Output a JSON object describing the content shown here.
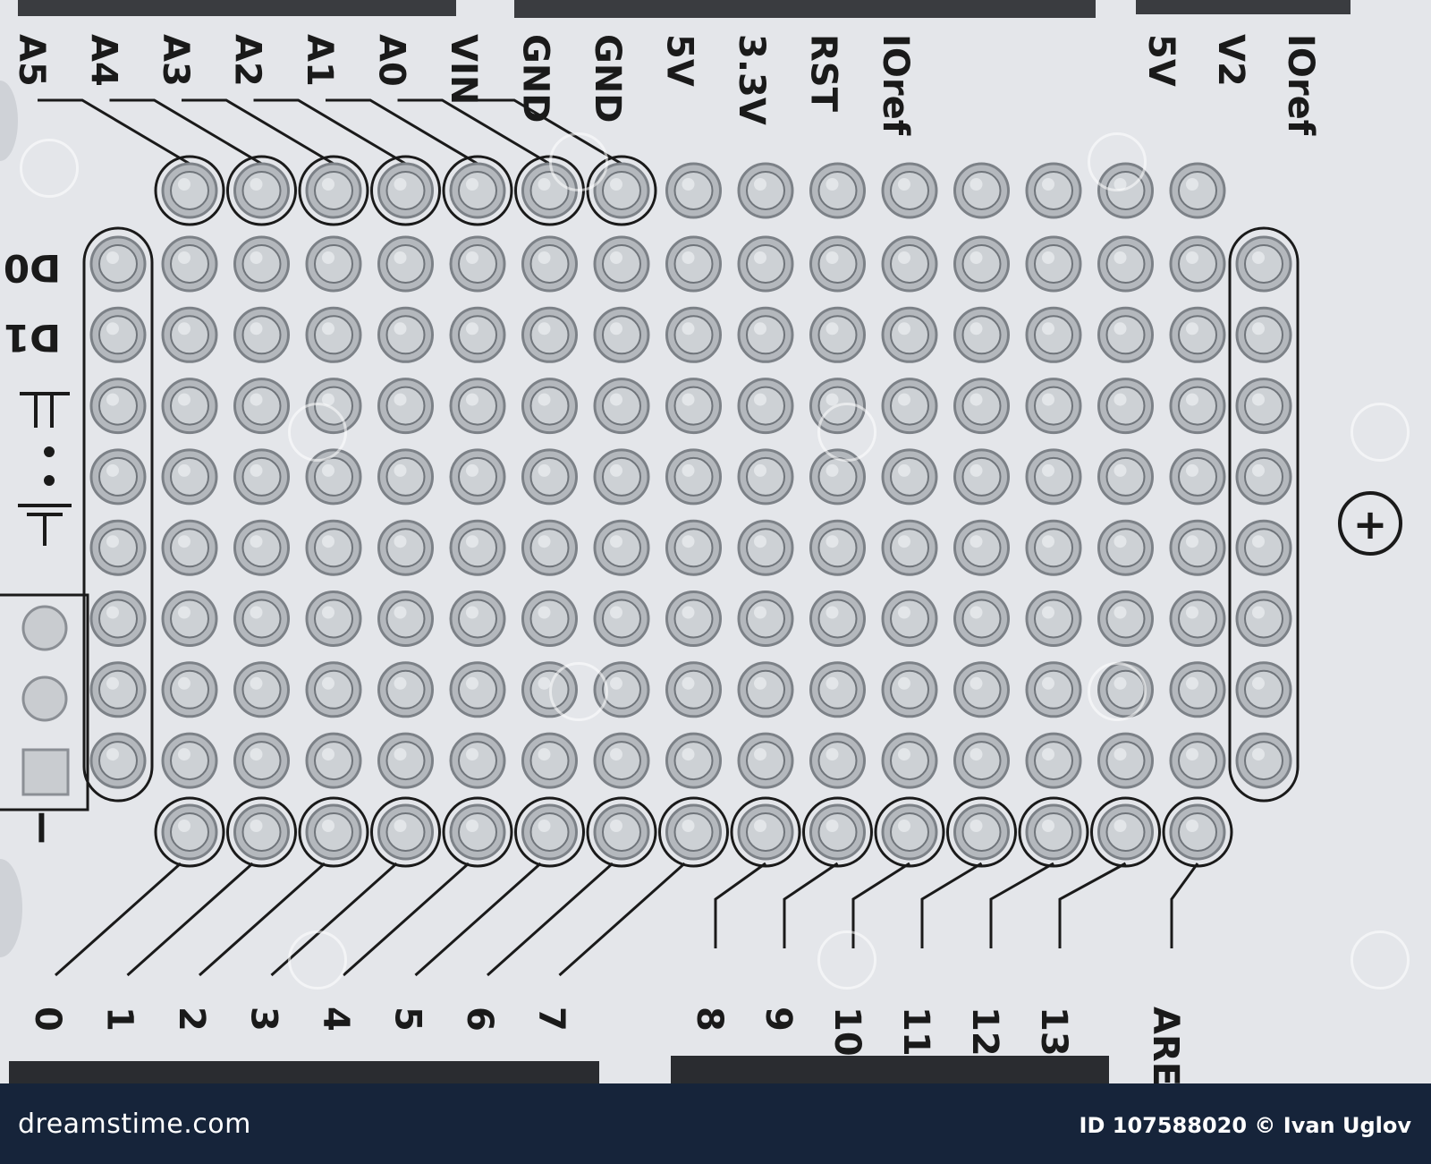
{
  "photo": {
    "board_color": "#e4e6ea",
    "ink_color": "#1a1a1a",
    "pad_color": "#a8adb3",
    "top_labels": [
      "A5",
      "A4",
      "A3",
      "A2",
      "A1",
      "A0",
      "VIN",
      "GND",
      "GND",
      "5V",
      "3.3V",
      "RST",
      "IOref"
    ],
    "top_right_labels": [
      "5V",
      "V2",
      "IOref"
    ],
    "bottom_labels": [
      "0",
      "1",
      "2",
      "3",
      "4",
      "5",
      "6",
      "7",
      "8",
      "9",
      "10",
      "11",
      "12",
      "13",
      "AREF"
    ],
    "left_side_labels": [
      "D0",
      "D1"
    ],
    "plus_symbol": "+",
    "minus_symbol": "−",
    "grid": {
      "rows": 8,
      "cols": 15
    },
    "side_rail_pads": 8,
    "top_header_pads": 15,
    "bottom_header_pads": 15
  },
  "footer": {
    "brand": "dreamstime.com",
    "credit": "ID 107588020 © Ivan  Uglov"
  }
}
